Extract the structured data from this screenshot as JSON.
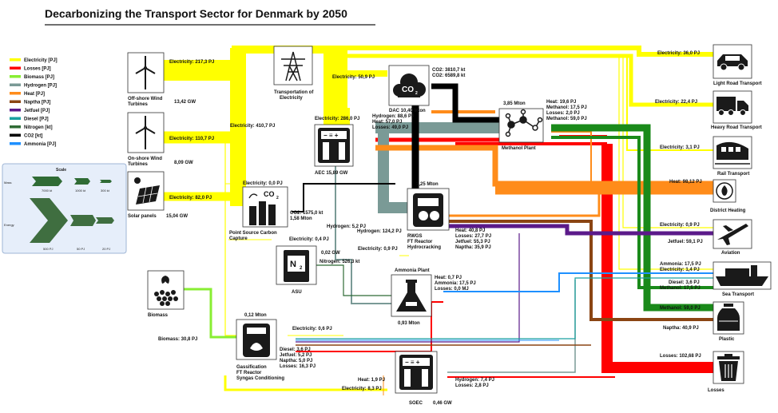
{
  "title": "Decarbonizing the Transport Sector for Denmark by 2050",
  "colors": {
    "electricity": "#ffff00",
    "losses": "#ff0000",
    "biomass": "#88ee33",
    "hydrogen": "#7a9a96",
    "heat": "#ff8c1a",
    "naptha": "#8b4513",
    "jetfuel": "#5b1a8a",
    "diesel": "#1aa0a0",
    "nitrogen": "#2f6b35",
    "co2": "#000000",
    "ammonia": "#1e90ff",
    "methanol": "#1a8a1a"
  },
  "legend": [
    {
      "label": "Electricity [PJ]",
      "color": "#ffff00"
    },
    {
      "label": "Losses [PJ]",
      "color": "#ff0000"
    },
    {
      "label": "Biomass [PJ]",
      "color": "#88ee33"
    },
    {
      "label": "Hydrogen [PJ]",
      "color": "#7a9a96"
    },
    {
      "label": "Heat [PJ]",
      "color": "#ff8c1a"
    },
    {
      "label": "Naptha [PJ]",
      "color": "#8b4513"
    },
    {
      "label": "Jetfuel [PJ]",
      "color": "#5b1a8a"
    },
    {
      "label": "Diesel [PJ]",
      "color": "#1aa0a0"
    },
    {
      "label": "Nitrogen [kt]",
      "color": "#2f6b35"
    },
    {
      "label": "CO2 [kt]",
      "color": "#000000"
    },
    {
      "label": "Ammonia [PJ]",
      "color": "#1e90ff"
    }
  ],
  "scale": {
    "heading": "Scale",
    "mass_label": "Mass",
    "energy_label": "Energy",
    "mass_ticks": [
      "7000 kt",
      "1000 kt",
      "300 kt"
    ],
    "energy_ticks": [
      "500 PJ",
      "50 PJ",
      "20 PJ"
    ]
  },
  "sources": {
    "offshore": {
      "name_line1": "Off-shore Wind",
      "name_line2": "Turbines",
      "flow": "Electricity: 217,3 PJ",
      "capacity": "13,42 GW"
    },
    "onshore": {
      "name_line1": "On-shore Wind",
      "name_line2": "Turbines",
      "flow": "Electricity: 110,7 PJ",
      "capacity": "8,09 GW"
    },
    "solar": {
      "name": "Solar panels",
      "flow": "Electricity: 82,0 PJ",
      "capacity": "15,04 GW"
    },
    "biomass": {
      "name": "Biomass",
      "flow": "Biomass: 30,8 PJ"
    }
  },
  "nodes": {
    "transport_elec": {
      "name_line1": "Transportation of",
      "name_line2": "Electricity",
      "total": "Electricity: 410,7 PJ"
    },
    "dac": {
      "name": "DAC 10,40 Mton",
      "in_elec": "Electricity: 50,9 PJ",
      "co2_out1": "CO2: 3810,7 kt",
      "co2_out2": "CO2: 6589,8 kt",
      "hydrogen": "Hydrogen: 88,6 PJ",
      "heat": "Heat: 57,0 PJ",
      "losses": "Losses: 49,0 PJ"
    },
    "aec": {
      "name": "AEC 15,89 GW",
      "in_elec": "Electricity: 286,0 PJ"
    },
    "methanol": {
      "name": "Methanol Plant",
      "mass": "3,85 Mton",
      "heat": "Heat: 19,6 PJ",
      "methanol": "Methanol: 17,5 PJ",
      "losses": "Losses: 2,0 PJ",
      "methanol2": "Methanol: 59,0 PJ"
    },
    "pscc": {
      "name_line1": "Point Source Carbon",
      "name_line2": "Capture",
      "in_elec": "Electricity: 0,0 PJ",
      "co2": "CO2: 1575,0 kt",
      "mass": "1,58 Mton"
    },
    "rwgs": {
      "name_line1": "RWGS",
      "name_line2": "FT Reactor",
      "name_line3": "Hydrocracking",
      "mass": "1,25 Mton",
      "hydrogen": "Hydrogen: 124,2 PJ",
      "in_elec": "Electricity: 0,9 PJ",
      "heat": "Heat: 40,8 PJ",
      "losses": "Losses: 27,7 PJ",
      "jetfuel": "Jetfuel: 55,3 PJ",
      "naptha": "Naptha: 35,9 PJ"
    },
    "asu": {
      "name": "ASU",
      "in_elec": "Electricity: 0,4 PJ",
      "capacity": "0,02 GW",
      "nitrogen": "Nitrogen: 526,3 kt",
      "hydrogen": "Hydrogen: 5,2 PJ"
    },
    "ammonia": {
      "name": "Ammonia Plant",
      "mass": "0,93 Mton",
      "heat": "Heat: 0,7 PJ",
      "ammonia": "Ammonia: 17,5 PJ",
      "losses": "Losses: 0,0 MJ"
    },
    "gasification": {
      "name_line1": "Gassification",
      "name_line2": "FT Reactor",
      "name_line3": "Syngas Conditioning",
      "mass": "0,12 Mton",
      "in_elec": "Electricity: 0,6 PJ",
      "diesel": "Diesel: 3,6 PJ",
      "jetfuel": "Jetfuel: 5,2 PJ",
      "naptha": "Naptha: 5,0 PJ",
      "losses": "Losses: 16,3 PJ"
    },
    "soec": {
      "name": "SOEC",
      "capacity": "0,46 GW",
      "heat": "Heat: 1,9 PJ",
      "in_elec": "Electricity: 8,3 PJ",
      "hydrogen": "Hydrogen: 7,4 PJ",
      "losses": "Losses: 2,8 PJ"
    }
  },
  "sinks": {
    "light_road": {
      "name": "Light Road Transport",
      "flow": "Electricity: 36,0 PJ"
    },
    "heavy_road": {
      "name": "Heavy Road Transport",
      "flow": "Electricity: 22,4 PJ"
    },
    "rail": {
      "name": "Rail Transport",
      "flow": "Electricity: 3,1 PJ"
    },
    "district": {
      "name": "District Heating",
      "flow": "Heat: 98,12 PJ"
    },
    "aviation": {
      "name": "Aviation",
      "flow1": "Electricity: 0,9 PJ",
      "flow2": "Jetfuel: 59,1 PJ"
    },
    "sea": {
      "name": "Sea Transport",
      "flow1": "Ammonia: 17,5 PJ",
      "flow2": "Electricity: 1,4 PJ",
      "flow3": "Diesel: 3,6 PJ",
      "flow4": "Methanol: 17,5 PJ"
    },
    "plastic": {
      "name": "Plastic",
      "flow1": "Methanol: 59,0 PJ",
      "flow2": "Naptha: 40,9 PJ"
    },
    "losses": {
      "name": "Losses",
      "flow": "Losses: 102,68 PJ"
    }
  }
}
